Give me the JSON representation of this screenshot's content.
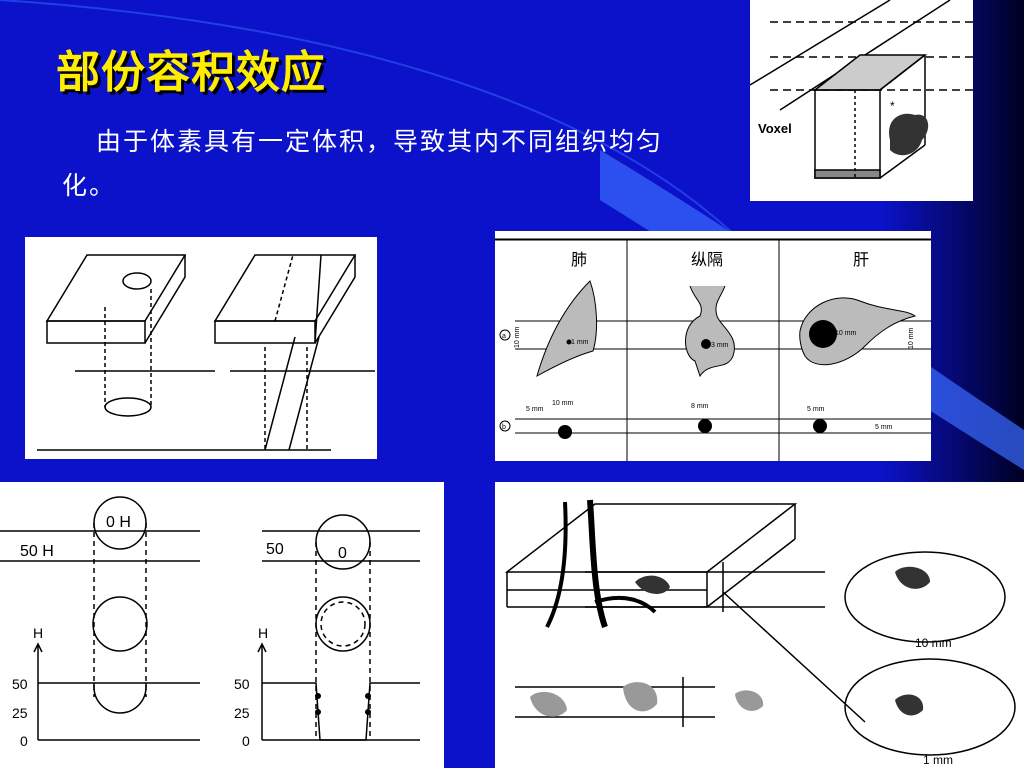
{
  "slide": {
    "title": "部份容积效应",
    "body": "由于体素具有一定体积，导致其内不同组织均匀化。"
  },
  "colors": {
    "background": "#0b12c9",
    "title": "#ffee00",
    "body_text": "#ffffff",
    "right_edge": "#000033",
    "accent_stripe": "#3a6bff"
  },
  "figures": {
    "voxel": {
      "label": "Voxel"
    },
    "organs": {
      "columns": [
        "肺",
        "纵隔",
        "肝"
      ],
      "row_a": {
        "marker": "a",
        "labels": [
          "10 mm",
          "1 mm",
          "3 mm",
          "10 mm",
          "10 mm"
        ]
      },
      "row_b": {
        "marker": "b",
        "labels": [
          "10 mm",
          "5 mm",
          "8 mm",
          "5 mm",
          "5 mm"
        ]
      }
    },
    "intensity": {
      "left": {
        "circle_label": "0 H",
        "level_label": "50 H",
        "axis_label": "H",
        "ticks": [
          "50",
          "25",
          "0"
        ]
      },
      "right": {
        "circle_label": "0",
        "level_label": "50",
        "axis_label": "H",
        "ticks": [
          "50",
          "25",
          "0"
        ]
      }
    },
    "thickness": {
      "labels": [
        "10 mm",
        "1 mm"
      ]
    }
  }
}
